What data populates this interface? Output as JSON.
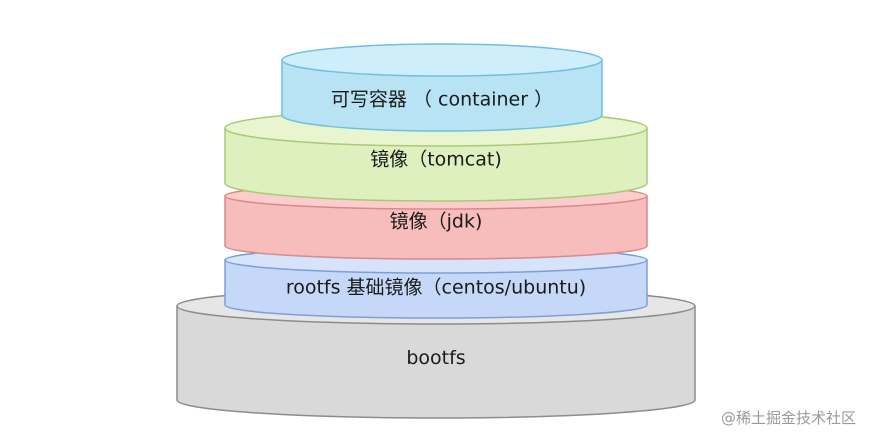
{
  "layers": [
    {
      "id": "bootfs",
      "label": "bootfs",
      "color": "#d9d9d9",
      "top_color": "#e6e6e6",
      "stroke": "#8c8c8c"
    },
    {
      "id": "rootfs",
      "label": "rootfs 基础镜像（centos/ubuntu)",
      "color": "#c6d8f7",
      "top_color": "#d6e3fa",
      "stroke": "#7d9fd8"
    },
    {
      "id": "jdk",
      "label": "镜像（jdk)",
      "color": "#f7bcbc",
      "top_color": "#fbcdcd",
      "stroke": "#d98a8a"
    },
    {
      "id": "tomcat",
      "label": "镜像（tomcat)",
      "color": "#def0bd",
      "top_color": "#e9f5cf",
      "stroke": "#a9c97a"
    },
    {
      "id": "container",
      "label": "可写容器 （ container ）",
      "color": "#b8e3f5",
      "top_color": "#cdeefa",
      "stroke": "#6fbfe0"
    }
  ],
  "watermark": "@稀土掘金技术社区"
}
